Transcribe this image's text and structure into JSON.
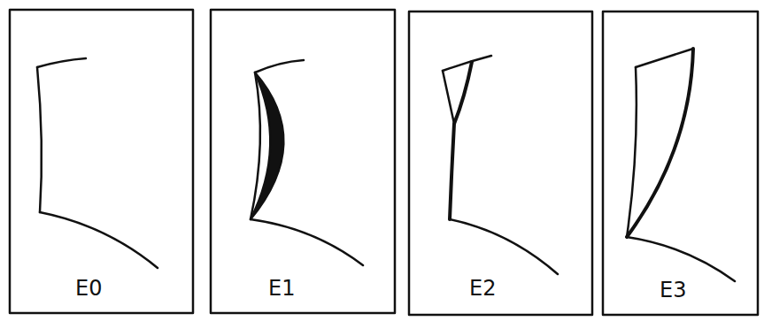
{
  "diagram": {
    "labels": [
      "E0",
      "E1",
      "E2",
      "E3"
    ]
  }
}
